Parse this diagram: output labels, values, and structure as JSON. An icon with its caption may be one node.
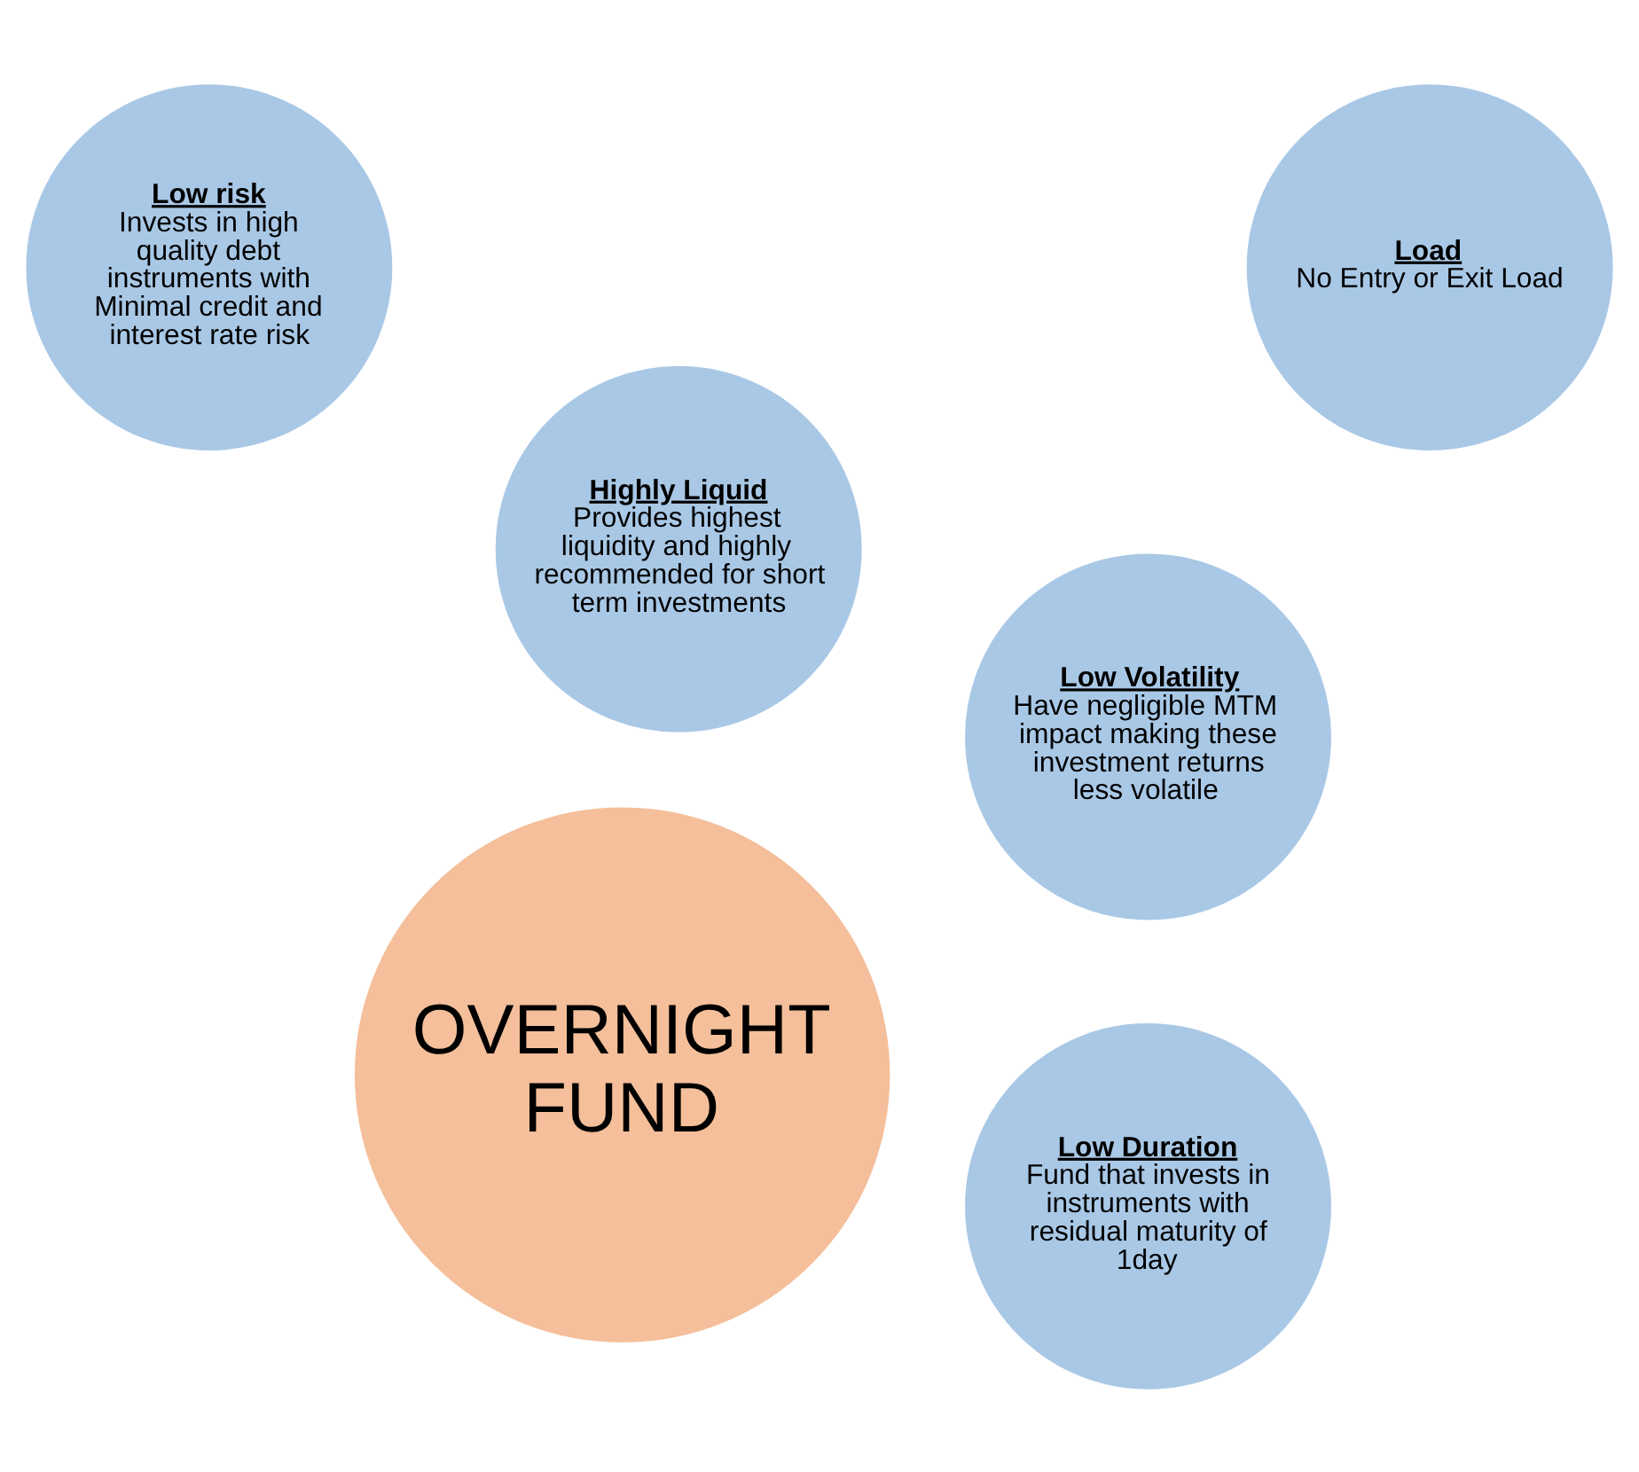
{
  "diagram": {
    "nodes": [
      {
        "text": [
          "Low Duration",
          "Fund that invests in instruments with residual maturity of 1day"
        ]
      },
      {
        "text": [
          "Low Volatility",
          "Have negligible MTM impact making these investment returns less volatile"
        ]
      },
      {
        "text": [
          "OVERNIGHT FUND"
        ]
      },
      {
        "text": [
          "Highly Liquid",
          "Provides highest liquidity and highly recommended for short term investments"
        ]
      },
      {
        "text": [
          "Load",
          "No Entry or Exit Load"
        ]
      },
      {
        "text": [
          "Low risk",
          "Invests in high quality debt instruments with Minimal credit and interest rate risk"
        ]
      }
    ]
  }
}
